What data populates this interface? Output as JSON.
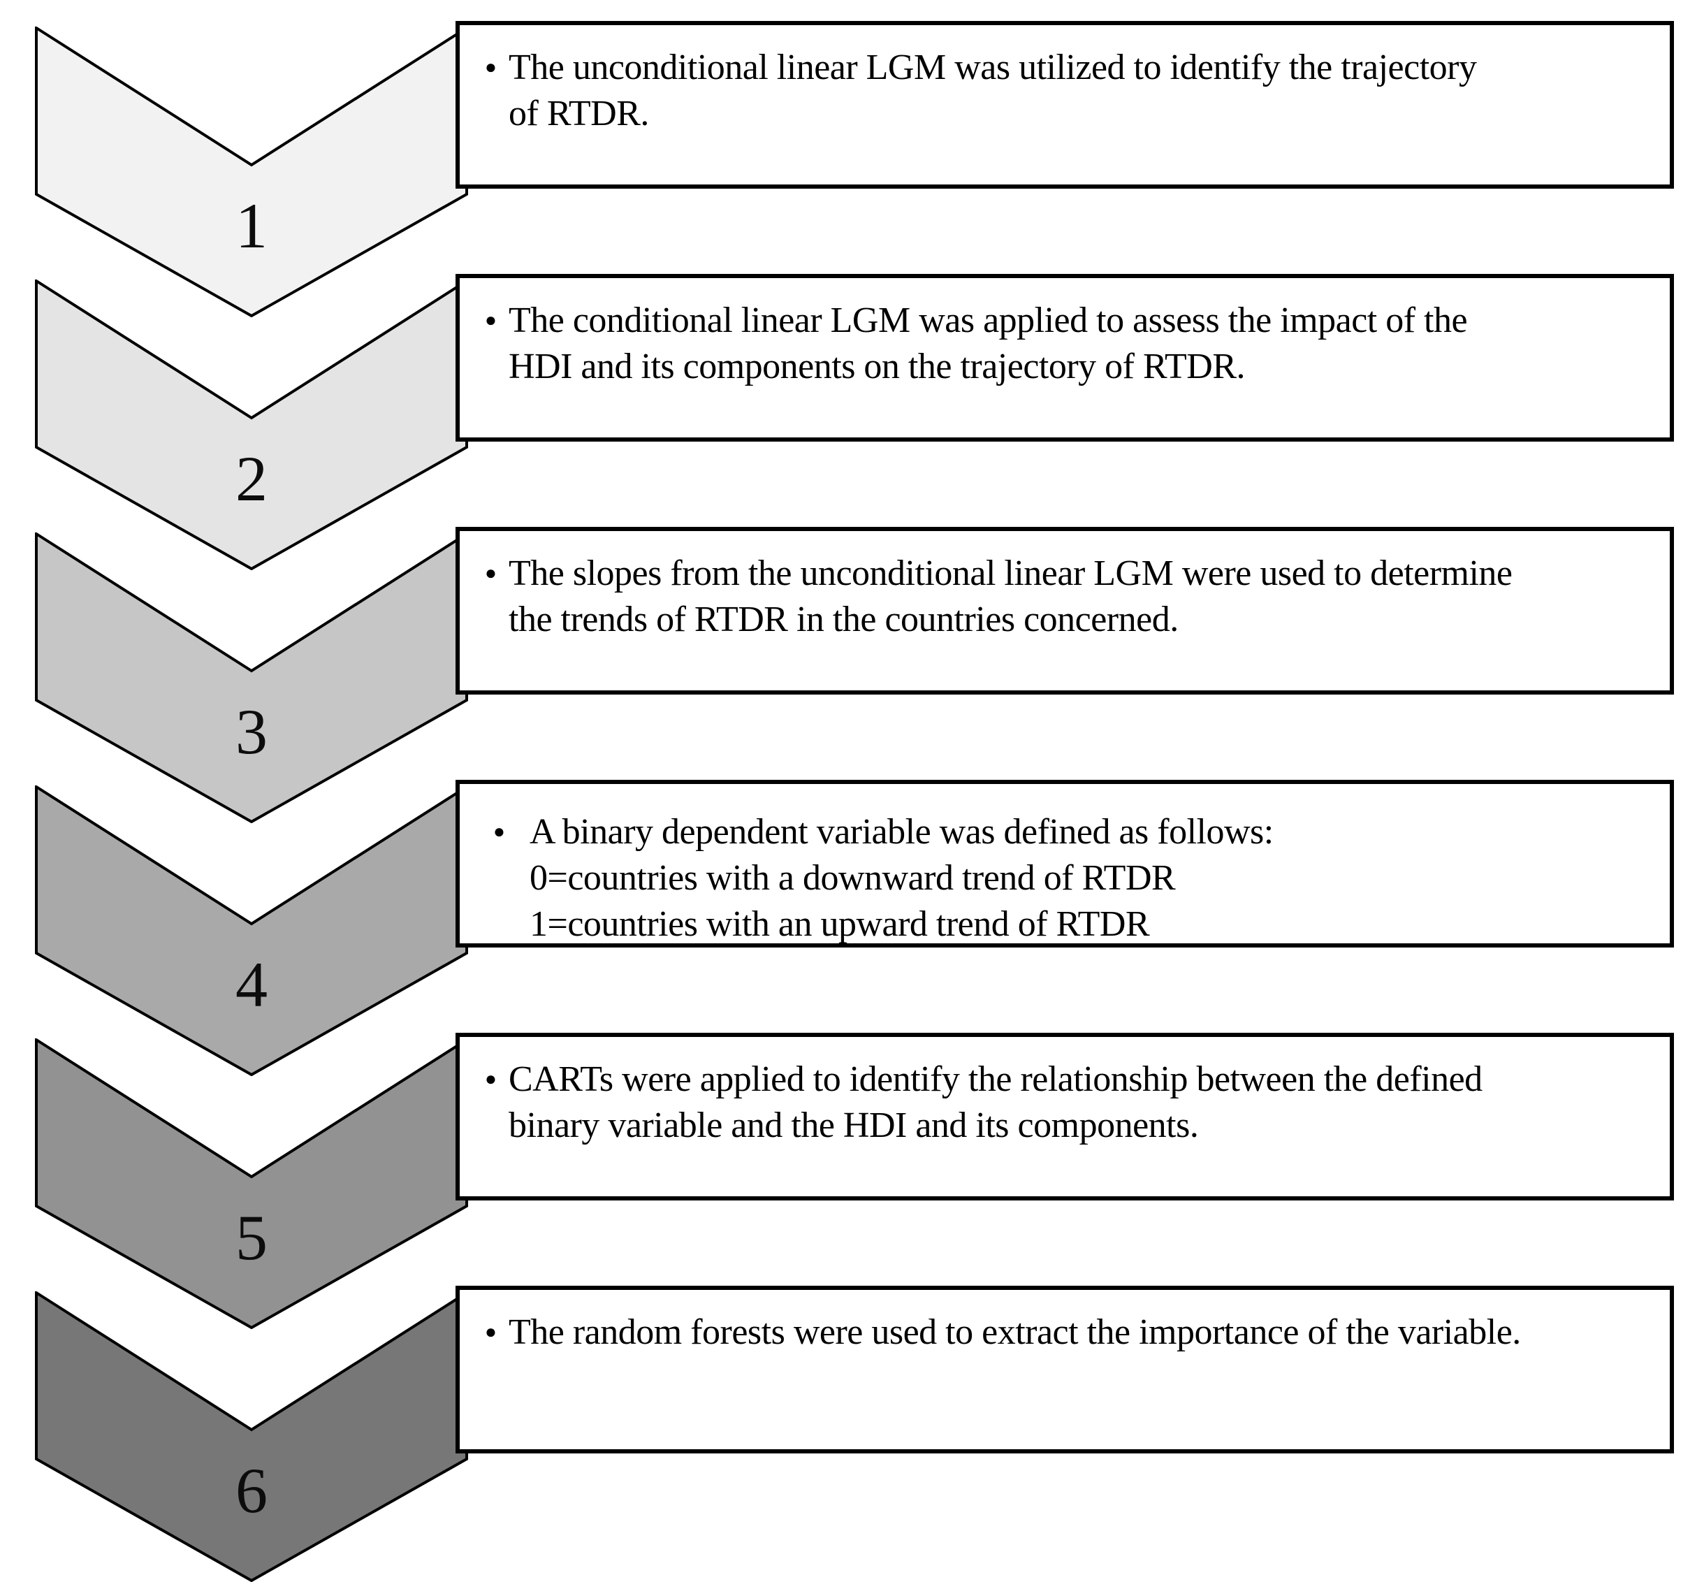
{
  "figure": {
    "bullet_glyph": "●",
    "steps": [
      {
        "number": "1",
        "color": "#f2f2f2",
        "lines": [
          "The unconditional linear LGM was utilized to identify the trajectory",
          "of RTDR."
        ]
      },
      {
        "number": "2",
        "color": "#e4e4e4",
        "lines": [
          "The conditional linear LGM was applied to assess the impact of the",
          "HDI and its components on the trajectory of RTDR."
        ]
      },
      {
        "number": "3",
        "color": "#c6c6c6",
        "lines": [
          "The slopes from the unconditional linear LGM were used to determine",
          "the trends of RTDR in the countries concerned."
        ]
      },
      {
        "number": "4",
        "color": "#a9a9a9",
        "lines": [
          "A binary dependent variable was defined as follows:",
          "0=countries with a downward trend of RTDR",
          "1=countries with an upward trend of RTDR"
        ]
      },
      {
        "number": "5",
        "color": "#929292",
        "lines": [
          "CARTs were applied to identify the relationship between the defined",
          "binary variable and the HDI and its components."
        ]
      },
      {
        "number": "6",
        "color": "#777777",
        "lines": [
          "The random forests were used to extract the importance of the variable."
        ]
      }
    ]
  }
}
